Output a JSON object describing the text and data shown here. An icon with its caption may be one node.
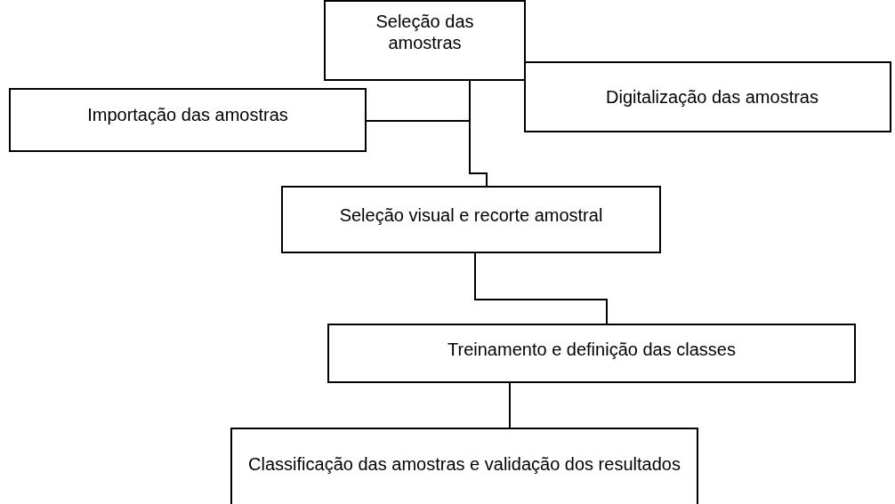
{
  "diagram": {
    "nodes": [
      {
        "text": [
          "Seleção das amostras"
        ]
      },
      {
        "text": [
          "Digitalização das amostras"
        ]
      },
      {
        "text": [
          "Importação das amostras"
        ]
      },
      {
        "text": [
          "Seleção visual e recorte amostral"
        ]
      },
      {
        "text": [
          "Treinamento e definição das classes"
        ]
      },
      {
        "text": [
          "Classificação das amostras e validação dos resultados"
        ]
      }
    ],
    "edges": [
      {
        "from": 0,
        "to": 3,
        "arrow": "none"
      },
      {
        "from": 2,
        "to": 3,
        "arrow": "none"
      },
      {
        "from": 3,
        "to": 4,
        "arrow": "none"
      },
      {
        "from": 4,
        "to": 5,
        "arrow": "none"
      }
    ]
  }
}
